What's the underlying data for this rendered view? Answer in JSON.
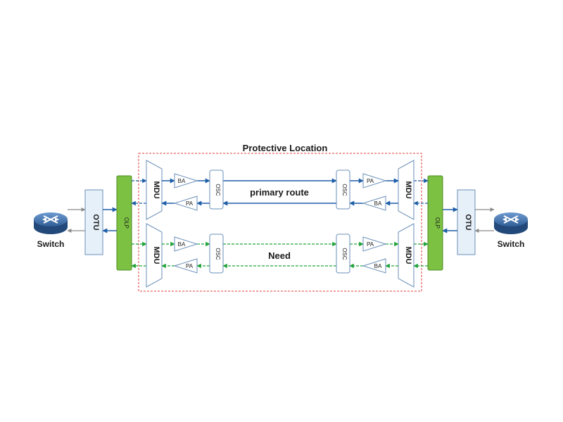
{
  "title": "Protective Location",
  "routes": {
    "primary": "primary route",
    "secondary": "Need"
  },
  "switches": {
    "left": "Switch",
    "right": "Switch"
  },
  "modules": {
    "otu": "OTU",
    "olp": "OLP",
    "mdu": "MDU",
    "osc": "OSC",
    "ba": "BA",
    "pa": "PA"
  },
  "colors": {
    "primary_line": "#1f5fa8",
    "secondary_line": "#22a33a",
    "box_border": "#6a8fb8",
    "otu_fill": "#e6f0f8",
    "olp_fill": "#7cc142",
    "frame": "#e03c3c",
    "switch_body": "#3e6fa8"
  },
  "icons": {
    "switch": "router-switch-icon"
  }
}
